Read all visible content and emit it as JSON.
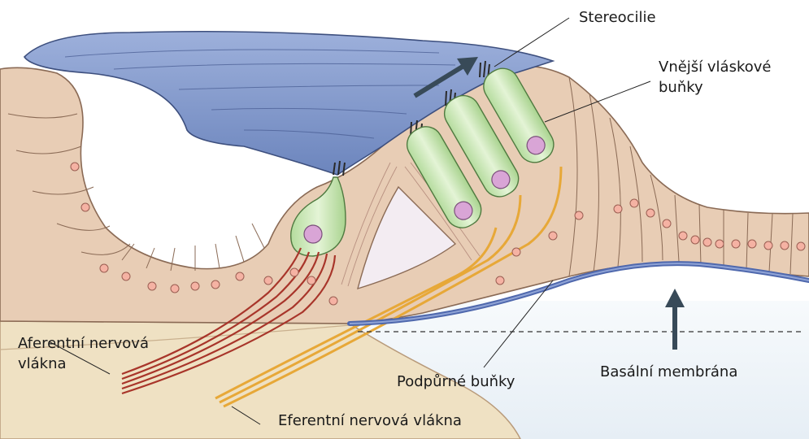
{
  "labels": {
    "stereocilie": "Stereocilie",
    "outer_hair_cells_line1": "Vnější vláskové",
    "outer_hair_cells_line2": "buňky",
    "afferent_line1": "Aferentní nervová",
    "afferent_line2": "vlákna",
    "supporting_cells": "Podpůrné buňky",
    "basilar_membrane": "Basální membrána",
    "efferent": "Eferentní nervová vlákna"
  },
  "colors": {
    "tectorial": "#7f96c8",
    "tissue": "#e8cdb5",
    "tissue_line": "#8a6a55",
    "outer_hair_cell": "#c9e8b4",
    "inner_hair_cell": "#c9e8b4",
    "nucleus": "#d9a5d6",
    "afferent_fiber": "#b33a2e",
    "efferent_fiber": "#f0b340",
    "basilar": "#5d76b8",
    "arrow": "#384a58",
    "lower_bg": "#efe1c3",
    "fluid": "#f0f5fa",
    "supporting_dot": "#f1a89a"
  }
}
